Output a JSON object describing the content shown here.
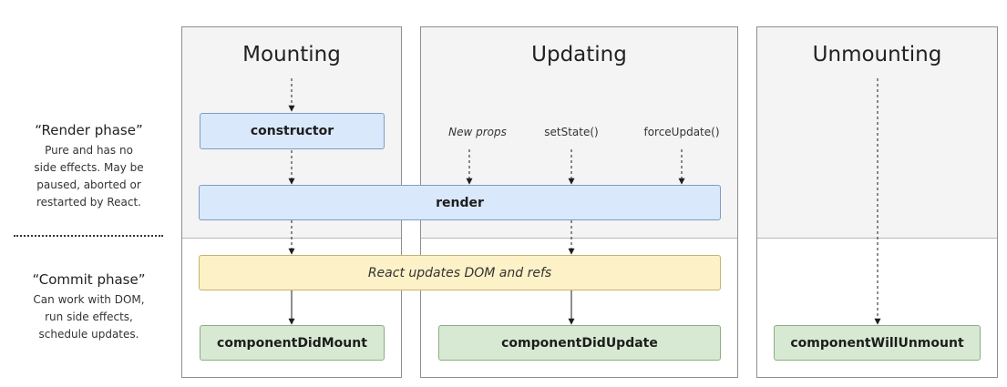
{
  "columns": {
    "mounting": "Mounting",
    "updating": "Updating",
    "unmounting": "Unmounting"
  },
  "phases": {
    "render": {
      "title": "“Render phase”",
      "description": "Pure and has no side effects. May be paused, aborted or restarted by React."
    },
    "commit": {
      "title": "“Commit phase”",
      "description": "Can work with DOM, run side effects, schedule updates."
    }
  },
  "triggers": {
    "new_props": "New props",
    "set_state": "setState()",
    "force_update": "forceUpdate()"
  },
  "methods": {
    "constructor": "constructor",
    "render": "render",
    "react_updates": "React updates DOM and refs",
    "component_did_mount": "componentDidMount",
    "component_did_update": "componentDidUpdate",
    "component_will_unmount": "componentWillUnmount"
  },
  "colors": {
    "render_box": "#d9e8fb",
    "commit_box": "#fcf1c7",
    "lifecycle_box": "#d8e9d3",
    "phase_background": "#f4f4f4"
  }
}
